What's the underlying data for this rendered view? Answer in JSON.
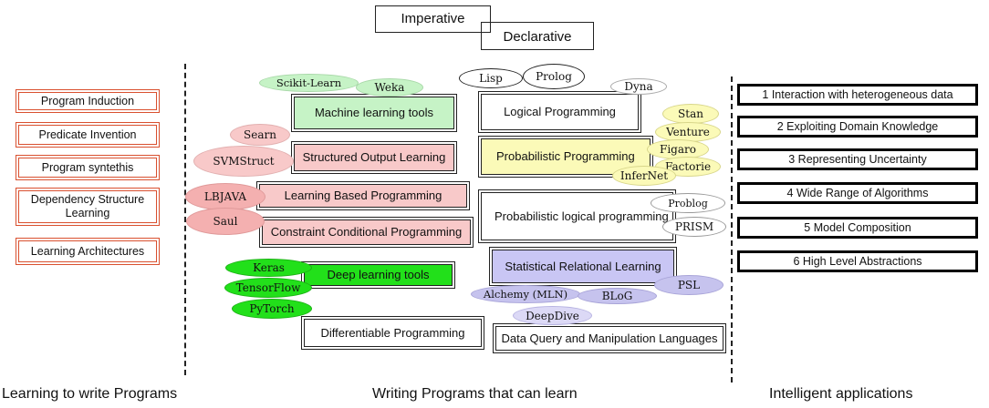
{
  "header": {
    "imperative": "Imperative",
    "declarative": "Declarative"
  },
  "left": {
    "items": [
      "Program Induction",
      "Predicate Invention",
      "Program syntethis",
      "Dependency Structure Learning",
      "Learning Architectures"
    ],
    "footer": "Learning to write Programs"
  },
  "center": {
    "footer": "Writing Programs that can learn",
    "boxes": {
      "ml_tools": "Machine learning tools",
      "structured": "Structured Output Learning",
      "lbp": "Learning Based Programming",
      "ccp": "Constraint Conditional Programming",
      "dl_tools": "Deep learning tools",
      "diff": "Differentiable Programming",
      "logical": "Logical Programming",
      "prob": "Probabilistic Programming",
      "problog": "Probabilistic logical programming",
      "srl": "Statistical Relational Learning",
      "dq": "Data Query and Manipulation Languages"
    },
    "ellipses": {
      "scikit": "Scikit-Learn",
      "weka": "Weka",
      "searn": "Searn",
      "svmstruct": "SVMStruct",
      "lbjava": "LBJAVA",
      "saul": "Saul",
      "keras": "Keras",
      "tensorflow": "TensorFlow",
      "pytorch": "PyTorch",
      "lisp": "Lisp",
      "prolog": "Prolog",
      "dyna": "Dyna",
      "stan": "Stan",
      "venture": "Venture",
      "figaro": "Figaro",
      "factorie": "Factorie",
      "infernet": "InferNet",
      "problog_lang": "Problog",
      "prism": "PRISM",
      "psl": "PSL",
      "alchemy": "Alchemy (MLN)",
      "blog": "BLoG",
      "deepdive": "DeepDive"
    }
  },
  "right": {
    "items": [
      "1 Interaction with heterogeneous data",
      "2 Exploiting Domain Knowledge",
      "3 Representing Uncertainty",
      "4 Wide Range of Algorithms",
      "5 Model Composition",
      "6 High Level Abstractions"
    ],
    "footer": "Intelligent applications"
  },
  "colors": {
    "ml_green": "#c6f3c6",
    "dl_green": "#22e01a",
    "pink": "#f8c9c9",
    "yellow": "#fbfab8",
    "lavender": "#c9c6f4",
    "ellipse_lavender": "#c6c3ee",
    "left_border": "#d9502f"
  }
}
